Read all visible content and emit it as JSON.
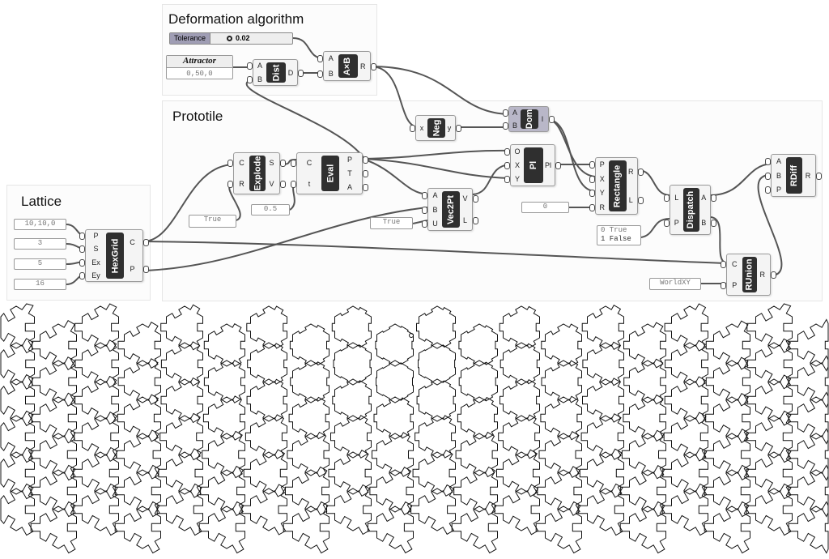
{
  "groups": {
    "deformation": "Deformation algorithm",
    "prototile": "Prototile",
    "lattice": "Lattice"
  },
  "slider": {
    "label": "Tolerance",
    "value": "0.02",
    "fraction": 0.4
  },
  "attractor": {
    "title": "Attractor",
    "value": "0,50,0"
  },
  "panels": {
    "p_pt": "10,10,0",
    "size": "3",
    "ex": "5",
    "ey": "16",
    "explode_true": "True",
    "eval_t": "0.5",
    "vec_true": "True",
    "rect_r": "0",
    "dispatch_pattern": [
      "0 True",
      "1 False"
    ],
    "plane": "WorldXY"
  },
  "components": [
    {
      "id": "dist",
      "label": "Dist",
      "inputs": [
        "A",
        "B"
      ],
      "outputs": [
        "D"
      ]
    },
    {
      "id": "mul",
      "label": "A×B",
      "inputs": [
        "A",
        "B"
      ],
      "outputs": [
        "R"
      ]
    },
    {
      "id": "neg",
      "label": "Neg",
      "inputs": [
        "x"
      ],
      "outputs": [
        "y"
      ]
    },
    {
      "id": "dom",
      "label": "Dom",
      "inputs": [
        "A",
        "B"
      ],
      "outputs": [
        "I"
      ]
    },
    {
      "id": "explode",
      "label": "Explode",
      "inputs": [
        "C",
        "R"
      ],
      "outputs": [
        "S",
        "V"
      ]
    },
    {
      "id": "eval",
      "label": "Eval",
      "inputs": [
        "C",
        "t"
      ],
      "outputs": [
        "P",
        "T",
        "A"
      ]
    },
    {
      "id": "pl",
      "label": "Pl",
      "inputs": [
        "O",
        "X",
        "Y"
      ],
      "outputs": [
        "Pl"
      ]
    },
    {
      "id": "vec2pt",
      "label": "Vec2Pt",
      "inputs": [
        "A",
        "B",
        "U"
      ],
      "outputs": [
        "V",
        "L"
      ]
    },
    {
      "id": "rectangle",
      "label": "Rectangle",
      "inputs": [
        "P",
        "X",
        "Y",
        "R"
      ],
      "outputs": [
        "R",
        "L"
      ]
    },
    {
      "id": "dispatch",
      "label": "Dispatch",
      "inputs": [
        "L",
        "P"
      ],
      "outputs": [
        "A",
        "B"
      ]
    },
    {
      "id": "rdiff",
      "label": "RDiff",
      "inputs": [
        "A",
        "B",
        "P"
      ],
      "outputs": [
        "R"
      ]
    },
    {
      "id": "runion",
      "label": "RUnion",
      "inputs": [
        "C",
        "P"
      ],
      "outputs": [
        "R"
      ]
    },
    {
      "id": "hexgrid",
      "label": "HexGrid",
      "inputs": [
        "P",
        "S",
        "Ex",
        "Ey"
      ],
      "outputs": [
        "C",
        "P"
      ]
    }
  ]
}
